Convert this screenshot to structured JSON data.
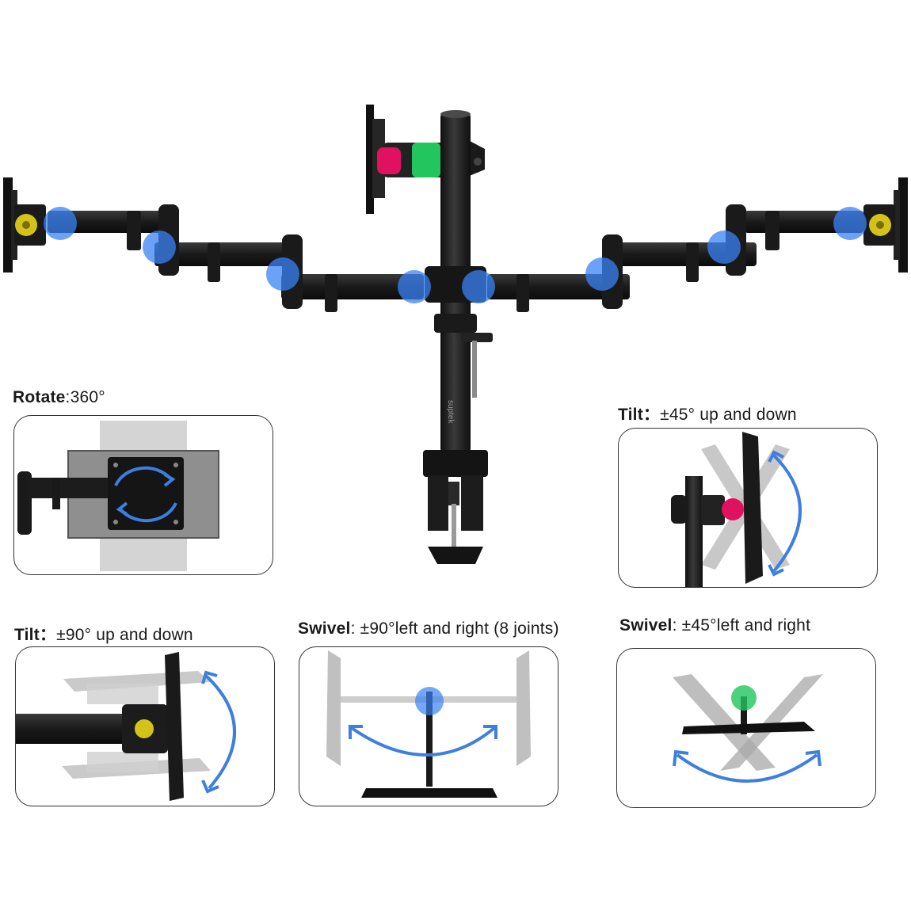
{
  "product": {
    "brand_mark": "suptek"
  },
  "features": {
    "rotate": {
      "term": "Rotate",
      "value": ":360°"
    },
    "tilt45": {
      "term": "Tilt：",
      "value": "±45° up and down"
    },
    "tilt90": {
      "term": "Tilt：",
      "value": "±90° up and down"
    },
    "swivel90": {
      "term": "Swivel",
      "value": ": ±90°left and right (8 joints)"
    },
    "swivel45": {
      "term": "Swivel",
      "value": ": ±45°left and right"
    }
  },
  "colors": {
    "arm": "#1c1c1c",
    "joint_highlight": "#3b82f6",
    "tilt_knob": "#e0115f",
    "rotation_knob": "#22c55e",
    "vesa_plate_knob": "#d4c21a",
    "arrow": "#3d7fe0",
    "ghost_monitor": "#b5b5b5"
  }
}
